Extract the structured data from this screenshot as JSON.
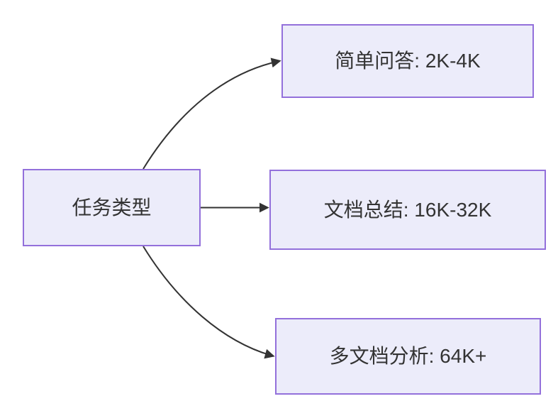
{
  "diagram": {
    "type": "flowchart-left-to-right",
    "root": {
      "label": "任务类型"
    },
    "branches": [
      {
        "label": "简单问答: 2K-4K"
      },
      {
        "label": "文档总结: 16K-32K"
      },
      {
        "label": "多文档分析: 64K+"
      }
    ],
    "edges": [
      {
        "from": "任务类型",
        "to": "简单问答: 2K-4K"
      },
      {
        "from": "任务类型",
        "to": "文档总结: 16K-32K"
      },
      {
        "from": "任务类型",
        "to": "多文档分析: 64K+"
      }
    ]
  },
  "colors": {
    "node_fill": "#ECECFA",
    "node_border": "#9370DB",
    "text": "#333333",
    "arrow": "#333333",
    "background": "#FFFFFF"
  }
}
